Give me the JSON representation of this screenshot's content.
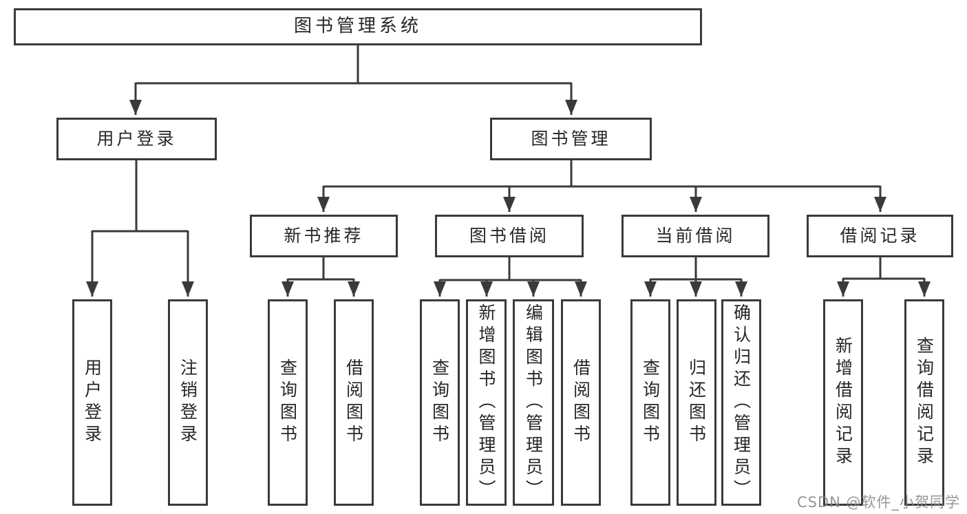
{
  "diagram": {
    "root": {
      "label": "图书管理系统"
    },
    "branches": {
      "user_login": {
        "label": "用户登录",
        "children": [
          {
            "label": "用户登录"
          },
          {
            "label": "注销登录"
          }
        ]
      },
      "book_mgmt": {
        "label": "图书管理",
        "modules": [
          {
            "label": "新书推荐",
            "children": [
              {
                "label": "查询图书"
              },
              {
                "label": "借阅图书"
              }
            ]
          },
          {
            "label": "图书借阅",
            "children": [
              {
                "label": "查询图书"
              },
              {
                "label": "新增图书（管理员）"
              },
              {
                "label": "编辑图书（管理员）"
              },
              {
                "label": "借阅图书"
              }
            ]
          },
          {
            "label": "当前借阅",
            "children": [
              {
                "label": "查询图书"
              },
              {
                "label": "归还图书"
              },
              {
                "label": "确认归还（管理员）"
              }
            ]
          },
          {
            "label": "借阅记录",
            "children": [
              {
                "label": "新增借阅记录"
              },
              {
                "label": "查询借阅记录"
              }
            ]
          }
        ]
      }
    },
    "watermark": "CSDN @软件_小贺同学",
    "colors": {
      "line": "#3a3a3a",
      "text": "#262626",
      "watermark": "#878787",
      "background": "#ffffff"
    }
  }
}
